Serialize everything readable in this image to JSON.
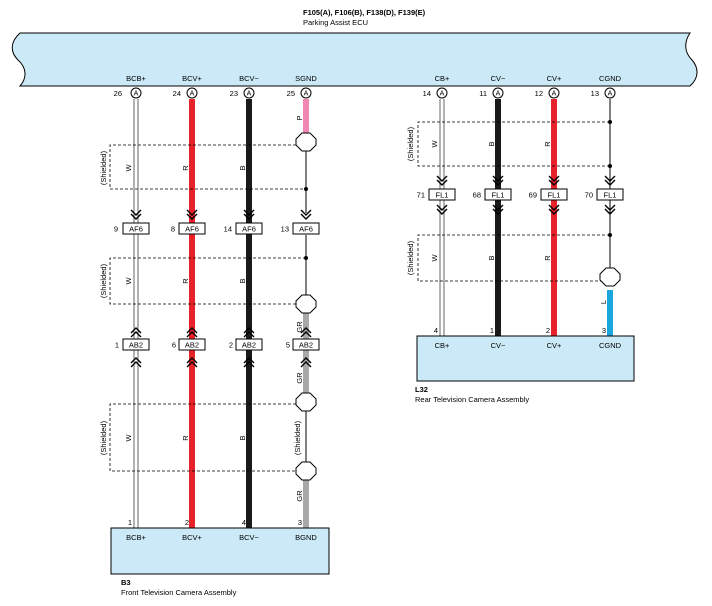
{
  "ecu": {
    "connectors": "F105(A), F106(B), F138(D), F139(E)",
    "name": "Parking Assist ECU",
    "pin_labels": [
      "BCB+",
      "BCV+",
      "BCV−",
      "SGND",
      "CB+",
      "CV−",
      "CV+",
      "CGND"
    ],
    "pin_numbers": [
      "26",
      "24",
      "23",
      "25",
      "14",
      "11",
      "12",
      "13"
    ],
    "connector_letter": "A"
  },
  "colors": {
    "ecu_fill": "#cbe9f6",
    "red": "#e8222a",
    "black": "#1a1a1a",
    "pink": "#f086b4",
    "gray": "#a8a8a8",
    "blue": "#1aa6dc",
    "white_wire": "#ffffff"
  },
  "wire_colors": {
    "w": "W",
    "r": "R",
    "b": "B",
    "p": "P",
    "gr": "GR",
    "l": "L"
  },
  "shielded": "(Shielded)",
  "junctions": {
    "af6": {
      "name": "AF6",
      "pins": [
        "9",
        "8",
        "14",
        "13"
      ]
    },
    "ab2": {
      "name": "AB2",
      "pins": [
        "1",
        "6",
        "2",
        "5"
      ]
    },
    "fl1": {
      "name": "FL1",
      "pins": [
        "71",
        "68",
        "69",
        "70"
      ]
    }
  },
  "front_camera": {
    "id": "B3",
    "name": "Front Television Camera Assembly",
    "pin_numbers": [
      "1",
      "2",
      "4",
      "3"
    ],
    "pin_labels": [
      "BCB+",
      "BCV+",
      "BCV−",
      "BGND"
    ]
  },
  "rear_camera": {
    "id": "L32",
    "name": "Rear Television Camera Assembly",
    "pin_numbers": [
      "4",
      "1",
      "2",
      "3"
    ],
    "pin_labels": [
      "CB+",
      "CV−",
      "CV+",
      "CGND"
    ]
  }
}
